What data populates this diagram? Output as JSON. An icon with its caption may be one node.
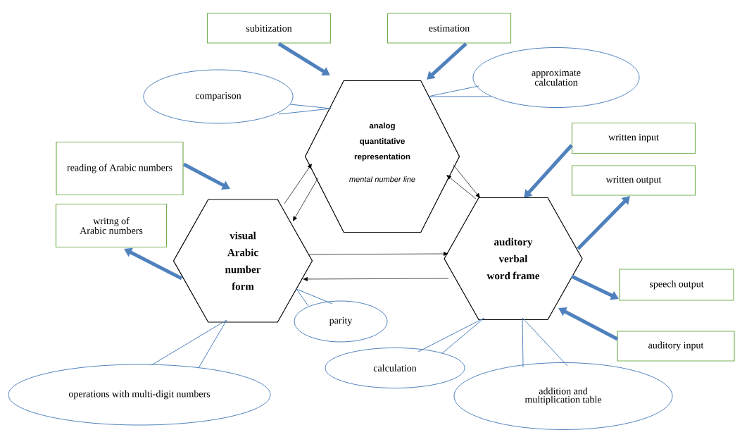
{
  "diagram": {
    "nodes": [
      {
        "text": [
          "subitization"
        ]
      },
      {
        "text": [
          "estimation"
        ]
      },
      {
        "text": [
          "comparison"
        ]
      },
      {
        "text": [
          "approximate calculation"
        ]
      },
      {
        "text": [
          "analog quantitative representation",
          "mental number line"
        ]
      },
      {
        "text": [
          "reading of Arabic numbers"
        ]
      },
      {
        "text": [
          "writng of Arabic numbers"
        ]
      },
      {
        "text": [
          "written input"
        ]
      },
      {
        "text": [
          "written output"
        ]
      },
      {
        "text": [
          "visual Arabic number form"
        ]
      },
      {
        "text": [
          "auditory verbal word frame"
        ]
      },
      {
        "text": [
          "speech output"
        ]
      },
      {
        "text": [
          "parity"
        ]
      },
      {
        "text": [
          "auditory input"
        ]
      },
      {
        "text": [
          "operations with multi-digit numbers"
        ]
      },
      {
        "text": [
          "calculation"
        ]
      },
      {
        "text": [
          "addition and multiplication table"
        ]
      }
    ],
    "edges": [
      {
        "from": 0,
        "to": 4,
        "arrow": "to",
        "style": "thick"
      },
      {
        "from": 1,
        "to": 4,
        "arrow": "to",
        "style": "thick"
      },
      {
        "from": 5,
        "to": 9,
        "arrow": "to",
        "style": "thick"
      },
      {
        "from": 9,
        "to": 6,
        "arrow": "to",
        "style": "thick"
      },
      {
        "from": 7,
        "to": 10,
        "arrow": "to",
        "style": "thick"
      },
      {
        "from": 10,
        "to": 8,
        "arrow": "to",
        "style": "thick"
      },
      {
        "from": 10,
        "to": 11,
        "arrow": "to",
        "style": "thick"
      },
      {
        "from": 13,
        "to": 10,
        "arrow": "to",
        "style": "thick"
      },
      {
        "from": 9,
        "to": 4,
        "arrow": "to",
        "color": "#000000"
      },
      {
        "from": 4,
        "to": 9,
        "arrow": "to",
        "color": "#000000"
      },
      {
        "from": 4,
        "to": 10,
        "arrow": "to",
        "color": "#000000"
      },
      {
        "from": 10,
        "to": 4,
        "arrow": "to",
        "color": "#000000"
      },
      {
        "from": 9,
        "to": 10,
        "arrow": "to",
        "color": "#000000"
      },
      {
        "from": 10,
        "to": 9,
        "arrow": "to",
        "color": "#000000"
      },
      {
        "from": 2,
        "to": 4,
        "arrow": "none"
      },
      {
        "from": 3,
        "to": 4,
        "arrow": "none"
      },
      {
        "from": 12,
        "to": 9,
        "arrow": "none"
      },
      {
        "from": 14,
        "to": 9,
        "arrow": "none"
      },
      {
        "from": 15,
        "to": 10,
        "arrow": "none"
      },
      {
        "from": 16,
        "to": 10,
        "arrow": "none"
      }
    ]
  }
}
